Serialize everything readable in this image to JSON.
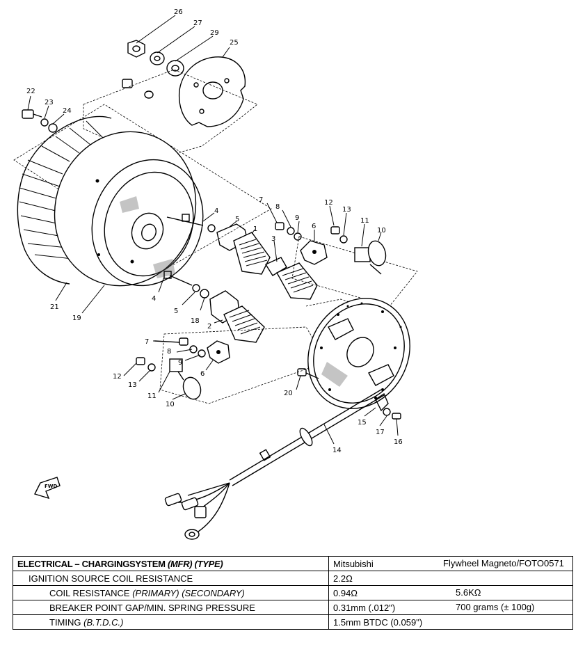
{
  "part_labels": [
    "26",
    "27",
    "29",
    "25",
    "22",
    "23",
    "24",
    "4",
    "5",
    "1",
    "7",
    "8",
    "9",
    "6",
    "12",
    "13",
    "11",
    "10",
    "3",
    "21",
    "19",
    "4",
    "5",
    "18",
    "2",
    "7",
    "8",
    "9",
    "6",
    "12",
    "13",
    "11",
    "10",
    "20",
    "15",
    "17",
    "16",
    "14"
  ],
  "fwd_label": "FWD",
  "table": {
    "header": {
      "label_main": "ELECTRICAL – CHARGINGSYSTEM",
      "label_italic": "(MFR) (TYPE)",
      "value_1": "Mitsubishi",
      "value_2": "Flywheel Magneto/FOTO0571"
    },
    "rows": [
      {
        "label_main": "IGNITION SOURCE COIL RESISTANCE",
        "label_italic": "",
        "value_1": "2.2Ω",
        "value_2": ""
      },
      {
        "label_main": "COIL RESISTANCE",
        "label_italic": "(PRIMARY) (SECONDARY)",
        "value_1": "0.94Ω",
        "value_2": "5.6KΩ"
      },
      {
        "label_main": "BREAKER POINT GAP/MIN. SPRING PRESSURE",
        "label_italic": "",
        "value_1": "0.31mm (.012\")",
        "value_2": "700 grams (± 100g)"
      },
      {
        "label_main": "TIMING",
        "label_italic": "(B.T.D.C.)",
        "value_1": "1.5mm BTDC (0.059\")",
        "value_2": ""
      }
    ]
  }
}
